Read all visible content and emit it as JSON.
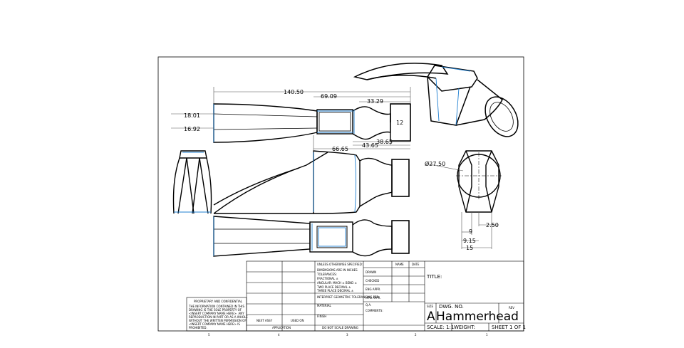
{
  "dimensions": {
    "d140_50": "140.50",
    "d69_09": "69.09",
    "d33_29": "33.29",
    "d18_01": "18.01",
    "d16_92": "16.92",
    "d12": "12",
    "d38_65": "38.65",
    "d66_65": "66.65",
    "d43_65": "43.65",
    "dia27_50": "Ø27.50",
    "d9": "9",
    "d2_50": "2.50",
    "d9_15": "9.15",
    "d15": "15"
  },
  "title_block": {
    "unless_specified": "UNLESS OTHERWISE SPECIFIED:",
    "tolerance_lines": [
      "DIMENSIONS ARE IN INCHES",
      "TOLERANCES:",
      "FRACTIONAL ±",
      "ANGULAR: MACH ±  BEND ±",
      "TWO PLACE DECIMAL  ±",
      "THREE PLACE DECIMAL  ±"
    ],
    "interpret": "INTERPRET GEOMETRIC TOLERANCING PER:",
    "material": "MATERIAL",
    "finish": "FINISH",
    "name_header": "NAME",
    "date_header": "DATE",
    "rows": [
      "DRAWN",
      "CHECKED",
      "ENG APPR.",
      "MFG APPR.",
      "Q.A.",
      "COMMENTS:"
    ],
    "title_label": "TITLE:",
    "size_label": "SIZE",
    "size_value": "A",
    "dwg_no_label": "DWG. NO.",
    "dwg_no_value": "Hammerhead",
    "rev_label": "REV",
    "scale": "SCALE: 1:1",
    "weight": "WEIGHT:",
    "sheet": "SHEET 1 OF 1",
    "next_assy": "NEXT ASSY",
    "used_on": "USED ON",
    "application": "APPLICATION",
    "do_not_scale": "DO NOT SCALE DRAWING",
    "proprietary_title": "PROPRIETARY AND CONFIDENTIAL",
    "proprietary_text": [
      "THE INFORMATION CONTAINED IN THIS",
      "DRAWING IS THE SOLE PROPERTY OF",
      "<INSERT COMPANY NAME HERE>. ANY",
      "REPRODUCTION IN PART OR AS A WHOLE",
      "WITHOUT THE WRITTEN PERMISSION OF",
      "<INSERT COMPANY NAME HERE> IS",
      "PROHIBITED."
    ]
  },
  "zones": [
    "5",
    "4",
    "3",
    "2",
    "1"
  ],
  "colors": {
    "edge": "#000000",
    "tangent": "#1f7fd1",
    "dim": "#555555"
  }
}
